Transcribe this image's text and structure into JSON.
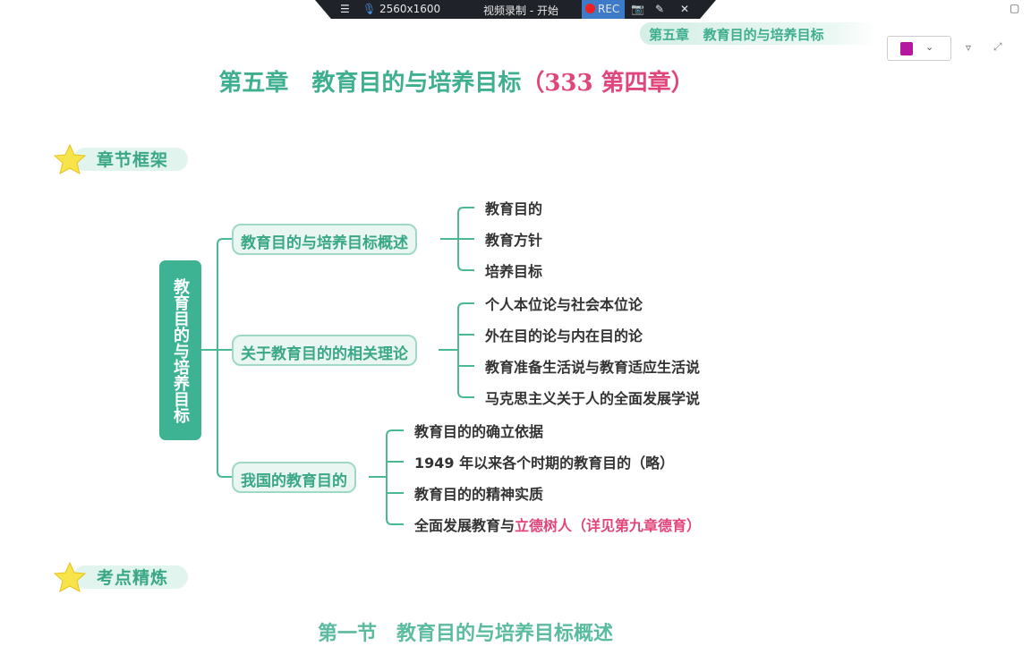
{
  "recorder": {
    "resolution": "2560x1600",
    "title": "视频录制 - 开始",
    "rec_label": "REC",
    "icons": [
      "menu-icon",
      "microphone-icon",
      "record-icon",
      "camera-icon",
      "pen-icon",
      "close-icon"
    ]
  },
  "header_banner": "第五章   教育目的与培养目标",
  "page_title": {
    "main": "第五章　教育目的与培养目标",
    "paren": "（333 第四章）"
  },
  "section_framework": "章节框架",
  "section_points": "考点精炼",
  "mindmap": {
    "root": "教育目的与培养目标",
    "branches": [
      {
        "label": "教育目的与培养目标概述",
        "leaves": [
          "教育目的",
          "教育方针",
          "培养目标"
        ]
      },
      {
        "label": "关于教育目的的相关理论",
        "leaves": [
          "个人本位论与社会本位论",
          "外在目的论与内在目的论",
          "教育准备生活说与教育适应生活说",
          "马克思主义关于人的全面发展学说"
        ]
      },
      {
        "label": "我国的教育目的",
        "leaves": [
          "教育目的的确立依据",
          "1949 年以来各个时期的教育目的（略）",
          "教育目的的精神实质"
        ],
        "last_leaf": {
          "plain": "全面发展教育与",
          "highlight": "立德树人（详见第九章德育）"
        }
      }
    ]
  },
  "next_heading": "第一节　教育目的与培养目标概述",
  "colors": {
    "green": "#3db394",
    "pink": "#e0457b",
    "toolbar": "#1f2329",
    "rec": "#3d7bc8"
  }
}
